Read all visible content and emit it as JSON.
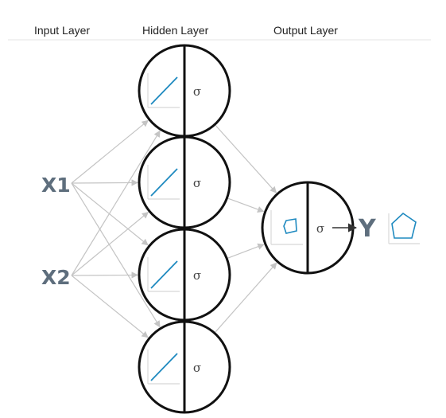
{
  "headers": {
    "input": "Input Layer",
    "hidden": "Hidden Layer",
    "output": "Output Layer"
  },
  "inputs": [
    "X1",
    "X2"
  ],
  "hidden_nodes": [
    {
      "activation": "σ",
      "shape": "linear-icon"
    },
    {
      "activation": "σ",
      "shape": "linear-icon"
    },
    {
      "activation": "σ",
      "shape": "linear-icon"
    },
    {
      "activation": "σ",
      "shape": "linear-icon"
    }
  ],
  "output_node": {
    "activation": "σ",
    "shape": "pentagon-icon"
  },
  "output_label": "Y",
  "colors": {
    "connection": "#c4c4c4",
    "plot_line": "#1f8ac0",
    "node_border": "#111111",
    "input_text": "#5e6e7d",
    "divider": "#e6e6e6"
  }
}
